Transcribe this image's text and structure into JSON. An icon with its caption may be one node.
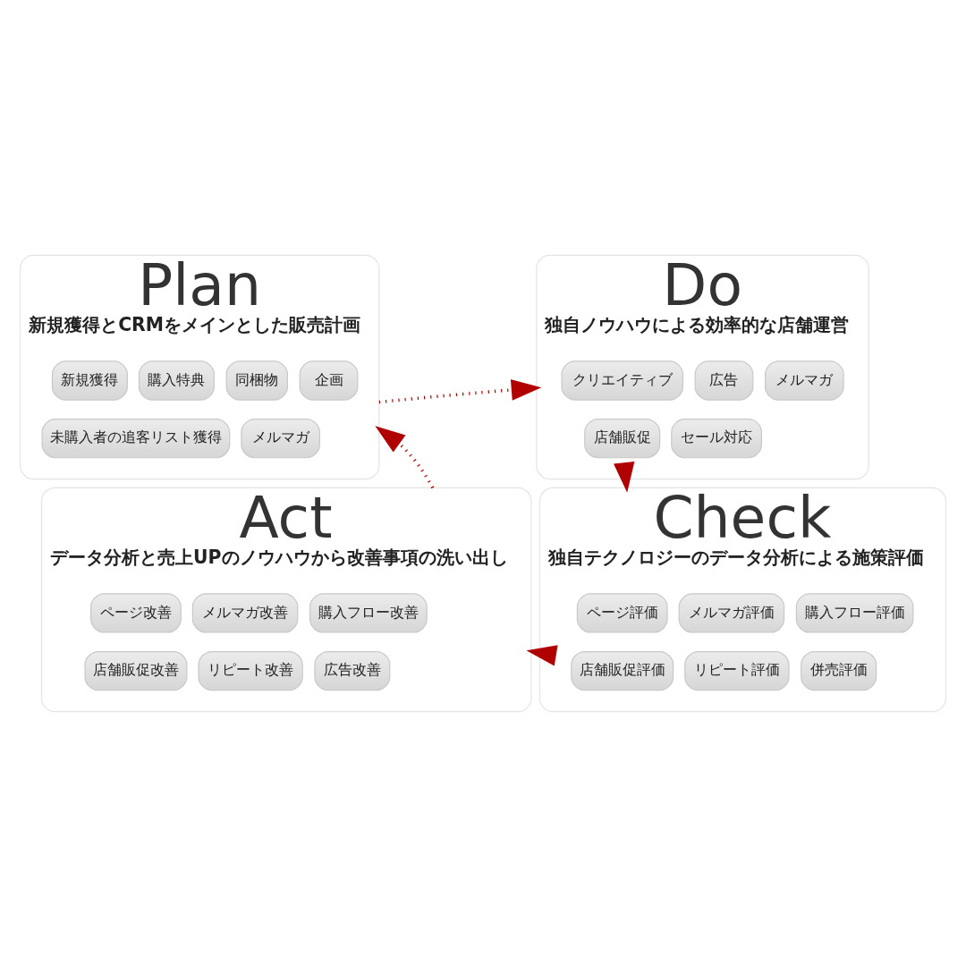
{
  "diagram": {
    "nodes": [
      {
        "text": [
          "Plan",
          "新規獲得とCRMをメインとした販売計画"
        ]
      },
      {
        "text": [
          "新規獲得"
        ],
        "in": 0
      },
      {
        "text": [
          "購入特典"
        ],
        "in": 0
      },
      {
        "text": [
          "同梱物"
        ],
        "in": 0
      },
      {
        "text": [
          "企画"
        ],
        "in": 0
      },
      {
        "text": [
          "未購入者の追客リスト獲得"
        ],
        "in": 0
      },
      {
        "text": [
          "メルマガ"
        ],
        "in": 0
      },
      {
        "text": [
          "Do",
          "独自ノウハウによる効率的な店舗運営"
        ]
      },
      {
        "text": [
          "クリエイティブ"
        ],
        "in": 7
      },
      {
        "text": [
          "広告"
        ],
        "in": 7
      },
      {
        "text": [
          "メルマガ"
        ],
        "in": 7
      },
      {
        "text": [
          "店舗販促"
        ],
        "in": 7
      },
      {
        "text": [
          "セール対応"
        ],
        "in": 7
      },
      {
        "text": [
          "Act",
          "データ分析と売上UPのノウハウから改善事項の洗い出し"
        ]
      },
      {
        "text": [
          "ページ改善"
        ],
        "in": 13
      },
      {
        "text": [
          "メルマガ改善"
        ],
        "in": 13
      },
      {
        "text": [
          "購入フロー改善"
        ],
        "in": 13
      },
      {
        "text": [
          "店舗販促改善"
        ],
        "in": 13
      },
      {
        "text": [
          "リピート改善"
        ],
        "in": 13
      },
      {
        "text": [
          "広告改善"
        ],
        "in": 13
      },
      {
        "text": [
          "Check",
          "独自テクノロジーのデータ分析による施策評価"
        ]
      },
      {
        "text": [
          "ページ評価"
        ],
        "in": 20
      },
      {
        "text": [
          "メルマガ評価"
        ],
        "in": 20
      },
      {
        "text": [
          "購入フロー評価"
        ],
        "in": 20
      },
      {
        "text": [
          "店舗販促評価"
        ],
        "in": 20
      },
      {
        "text": [
          "リピート評価"
        ],
        "in": 20
      },
      {
        "text": [
          "併売評価"
        ],
        "in": 20
      }
    ],
    "edges": [
      {
        "from": 0,
        "to": 7,
        "arrow": "to",
        "style": "dashed"
      },
      {
        "from": 7,
        "to": 20,
        "arrow": "to",
        "style": "dashed"
      },
      {
        "from": 20,
        "to": 13,
        "arrow": "to",
        "style": "dashed"
      },
      {
        "from": 13,
        "to": 0,
        "arrow": "to",
        "style": "dashed"
      }
    ]
  }
}
